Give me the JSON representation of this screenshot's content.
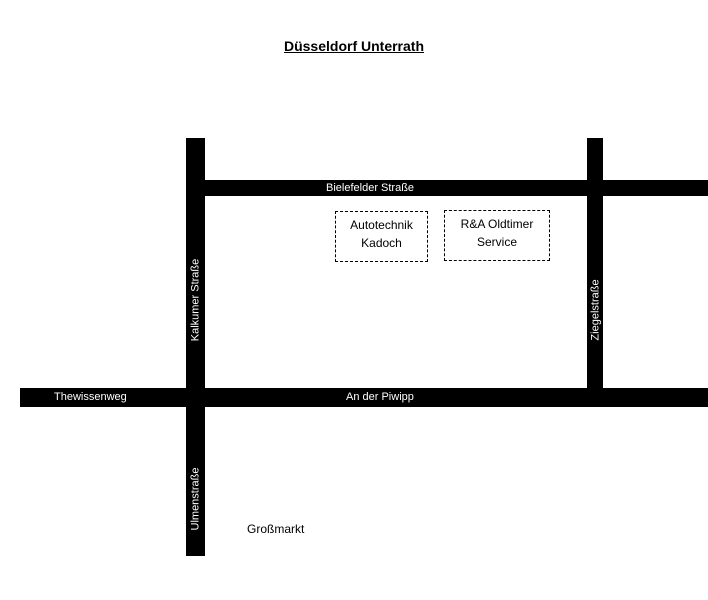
{
  "map": {
    "title": "Düsseldorf Unterrath",
    "streets": {
      "bielefelder": "Bielefelder Straße",
      "kalkumer": "Kalkumer Straße",
      "ziegel": "Ziegelstraße",
      "thewissenweg": "Thewissenweg",
      "piwipp": "An der Piwipp",
      "ulmen": "Ulmenstraße"
    },
    "businesses": [
      {
        "line1": "Autotechnik",
        "line2": "Kadoch"
      },
      {
        "line1": "R&A Oldtimer",
        "line2": "Service"
      }
    ],
    "places": {
      "grossmarkt": "Großmarkt"
    }
  }
}
